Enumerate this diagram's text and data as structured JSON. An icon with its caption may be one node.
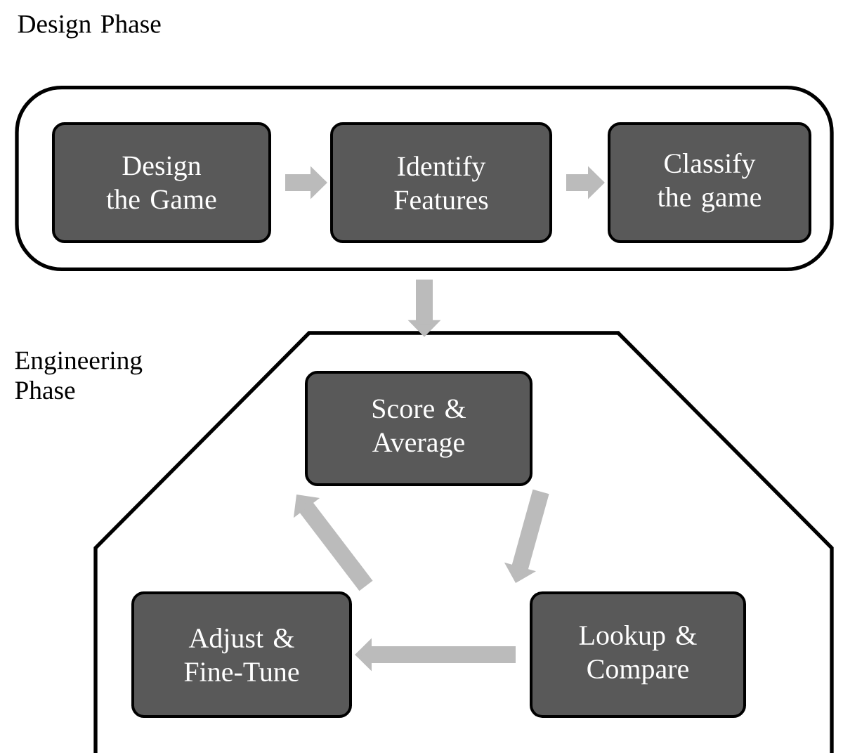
{
  "diagram": {
    "nodes": [
      {
        "text": [
          "Design Phase"
        ]
      },
      {
        "text": [
          "Design the Game"
        ],
        "in": 0
      },
      {
        "text": [
          "Identify Features"
        ],
        "in": 0
      },
      {
        "text": [
          "Classify the game"
        ],
        "in": 0
      },
      {
        "text": [
          "Engineering Phase"
        ]
      },
      {
        "text": [
          "Score & Average"
        ],
        "in": 4
      },
      {
        "text": [
          "Lookup & Compare"
        ],
        "in": 4
      },
      {
        "text": [
          "Adjust & Fine-Tune"
        ],
        "in": 4
      }
    ],
    "edges": [
      {
        "from": 1,
        "to": 2,
        "arrow": "to"
      },
      {
        "from": 2,
        "to": 3,
        "arrow": "to"
      },
      {
        "from": 0,
        "to": 4,
        "arrow": "to"
      },
      {
        "from": 5,
        "to": 6,
        "arrow": "to"
      },
      {
        "from": 6,
        "to": 7,
        "arrow": "to"
      },
      {
        "from": 7,
        "to": 5,
        "arrow": "to"
      }
    ]
  }
}
